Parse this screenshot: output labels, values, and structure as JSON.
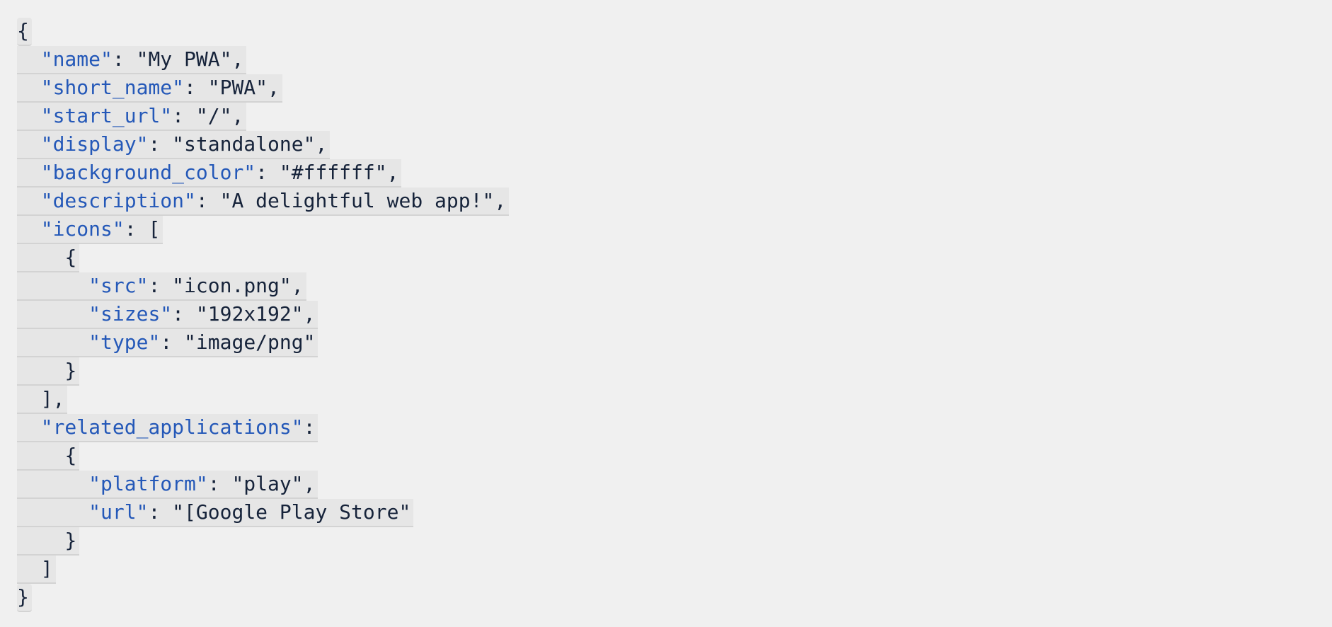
{
  "editor": {
    "background": "#f0f0f0",
    "key_color": "#2458b8",
    "text_color": "#16233a",
    "lines": [
      {
        "indent": 0,
        "tokens": [
          {
            "t": "punc",
            "v": "{"
          }
        ]
      },
      {
        "indent": 1,
        "tokens": [
          {
            "t": "key",
            "v": "\"name\""
          },
          {
            "t": "punc",
            "v": ": "
          },
          {
            "t": "str",
            "v": "\"My PWA\""
          },
          {
            "t": "punc",
            "v": ","
          }
        ]
      },
      {
        "indent": 1,
        "tokens": [
          {
            "t": "key",
            "v": "\"short_name\""
          },
          {
            "t": "punc",
            "v": ": "
          },
          {
            "t": "str",
            "v": "\"PWA\""
          },
          {
            "t": "punc",
            "v": ","
          }
        ]
      },
      {
        "indent": 1,
        "tokens": [
          {
            "t": "key",
            "v": "\"start_url\""
          },
          {
            "t": "punc",
            "v": ": "
          },
          {
            "t": "str",
            "v": "\"/\""
          },
          {
            "t": "punc",
            "v": ","
          }
        ]
      },
      {
        "indent": 1,
        "tokens": [
          {
            "t": "key",
            "v": "\"display\""
          },
          {
            "t": "punc",
            "v": ": "
          },
          {
            "t": "str",
            "v": "\"standalone\""
          },
          {
            "t": "punc",
            "v": ","
          }
        ]
      },
      {
        "indent": 1,
        "tokens": [
          {
            "t": "key",
            "v": "\"background_color\""
          },
          {
            "t": "punc",
            "v": ": "
          },
          {
            "t": "str",
            "v": "\"#ffffff\""
          },
          {
            "t": "punc",
            "v": ","
          }
        ]
      },
      {
        "indent": 1,
        "tokens": [
          {
            "t": "key",
            "v": "\"description\""
          },
          {
            "t": "punc",
            "v": ": "
          },
          {
            "t": "str",
            "v": "\"A delightful web app!\""
          },
          {
            "t": "punc",
            "v": ","
          }
        ]
      },
      {
        "indent": 1,
        "tokens": [
          {
            "t": "key",
            "v": "\"icons\""
          },
          {
            "t": "punc",
            "v": ": ["
          }
        ]
      },
      {
        "indent": 2,
        "tokens": [
          {
            "t": "punc",
            "v": "{"
          }
        ]
      },
      {
        "indent": 3,
        "tokens": [
          {
            "t": "key",
            "v": "\"src\""
          },
          {
            "t": "punc",
            "v": ": "
          },
          {
            "t": "str",
            "v": "\"icon.png\""
          },
          {
            "t": "punc",
            "v": ","
          }
        ]
      },
      {
        "indent": 3,
        "tokens": [
          {
            "t": "key",
            "v": "\"sizes\""
          },
          {
            "t": "punc",
            "v": ": "
          },
          {
            "t": "str",
            "v": "\"192x192\""
          },
          {
            "t": "punc",
            "v": ","
          }
        ]
      },
      {
        "indent": 3,
        "tokens": [
          {
            "t": "key",
            "v": "\"type\""
          },
          {
            "t": "punc",
            "v": ": "
          },
          {
            "t": "str",
            "v": "\"image/png\""
          }
        ]
      },
      {
        "indent": 2,
        "tokens": [
          {
            "t": "punc",
            "v": "}"
          }
        ]
      },
      {
        "indent": 1,
        "tokens": [
          {
            "t": "punc",
            "v": "],"
          }
        ]
      },
      {
        "indent": 1,
        "tokens": [
          {
            "t": "key",
            "v": "\"related_applications\""
          },
          {
            "t": "punc",
            "v": ":"
          }
        ]
      },
      {
        "indent": 2,
        "tokens": [
          {
            "t": "punc",
            "v": "{"
          }
        ]
      },
      {
        "indent": 3,
        "tokens": [
          {
            "t": "key",
            "v": "\"platform\""
          },
          {
            "t": "punc",
            "v": ": "
          },
          {
            "t": "str",
            "v": "\"play\""
          },
          {
            "t": "punc",
            "v": ","
          }
        ]
      },
      {
        "indent": 3,
        "tokens": [
          {
            "t": "key",
            "v": "\"url\""
          },
          {
            "t": "punc",
            "v": ": "
          },
          {
            "t": "str",
            "v": "\"[Google Play Store\""
          }
        ]
      },
      {
        "indent": 2,
        "tokens": [
          {
            "t": "punc",
            "v": "}"
          }
        ]
      },
      {
        "indent": 1,
        "tokens": [
          {
            "t": "punc",
            "v": "]"
          }
        ]
      },
      {
        "indent": 0,
        "tokens": [
          {
            "t": "punc",
            "v": "}"
          }
        ]
      }
    ]
  }
}
